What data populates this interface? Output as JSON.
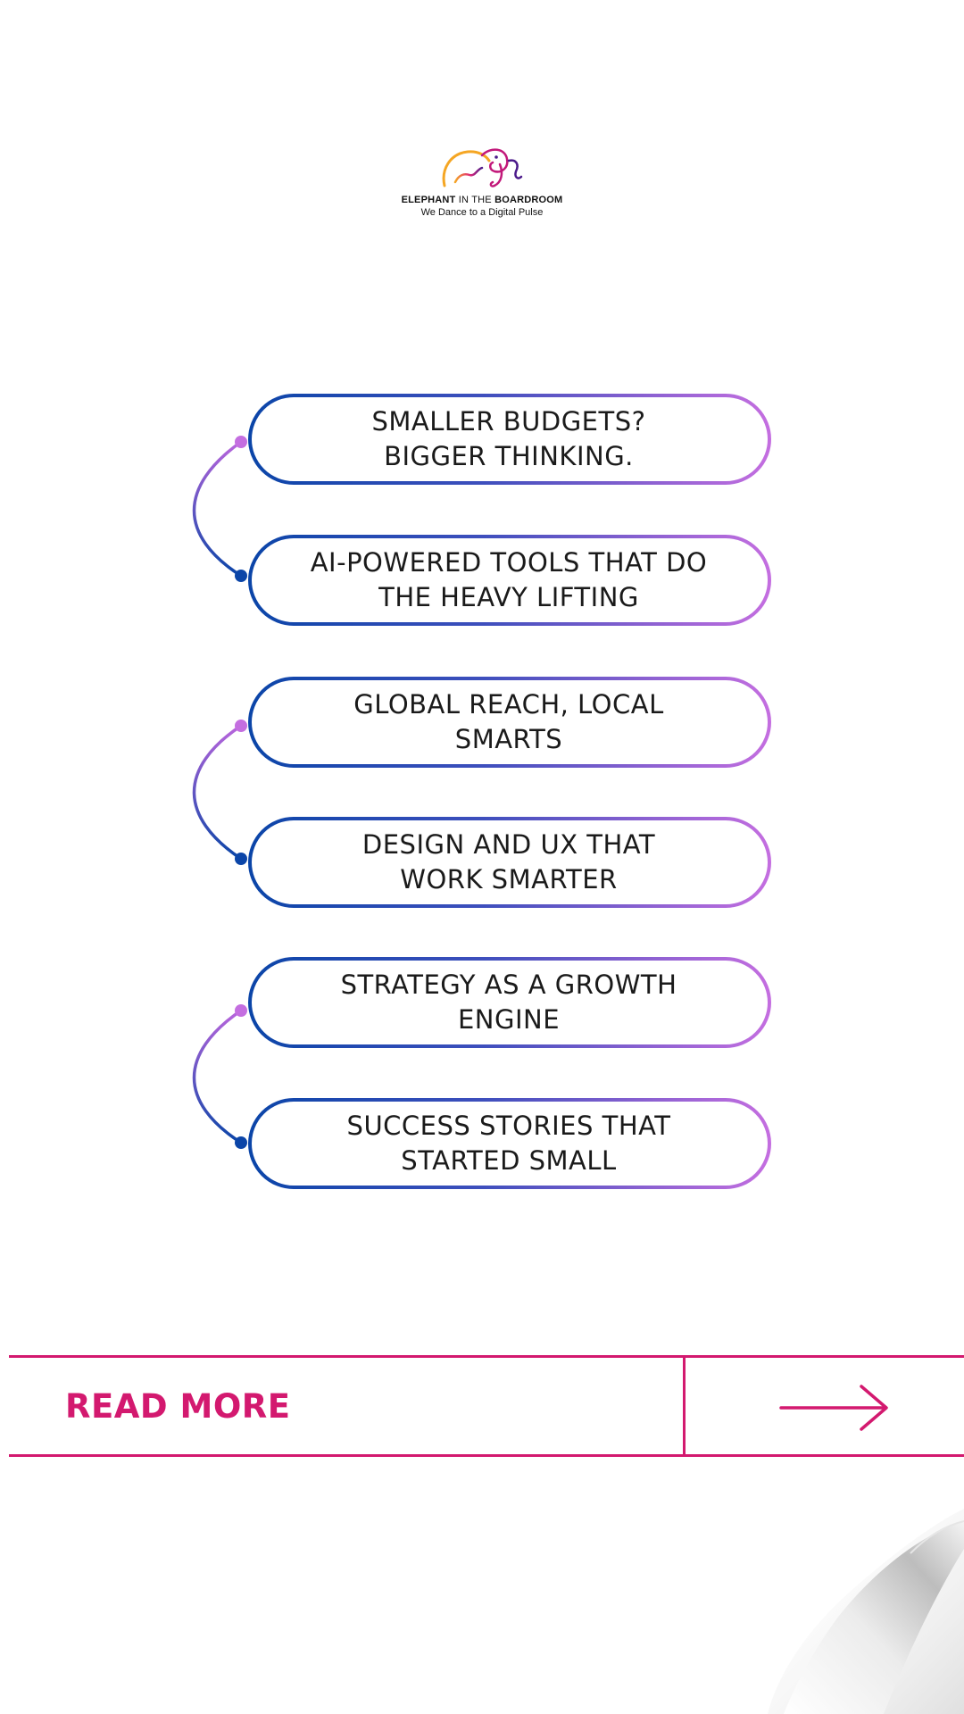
{
  "brand": {
    "name_part1": "ELEPHANT",
    "name_part2": "IN THE",
    "name_part3": "BOARDROOM",
    "tagline": "We Dance to a Digital Pulse",
    "logo_icon": "elephant-icon"
  },
  "pills": [
    {
      "line1": "SMALLER BUDGETS?",
      "line2": "BIGGER THINKING."
    },
    {
      "line1": "AI-POWERED TOOLS THAT DO",
      "line2": "THE HEAVY LIFTING"
    },
    {
      "line1": "GLOBAL REACH, LOCAL",
      "line2": "SMARTS"
    },
    {
      "line1": "DESIGN AND UX THAT",
      "line2": "WORK SMARTER"
    },
    {
      "line1": "STRATEGY AS A GROWTH",
      "line2": "ENGINE"
    },
    {
      "line1": "SUCCESS STORIES THAT",
      "line2": "STARTED SMALL"
    }
  ],
  "cta": {
    "label": "READ MORE",
    "icon": "arrow-right-icon"
  },
  "colors": {
    "gradient_start": "#0b45a8",
    "gradient_end": "#c46ee0",
    "accent": "#d3196f",
    "text": "#1a1a1a",
    "logo_orange": "#f5a623",
    "logo_magenta": "#c2187a",
    "logo_purple": "#4b1a8a"
  }
}
